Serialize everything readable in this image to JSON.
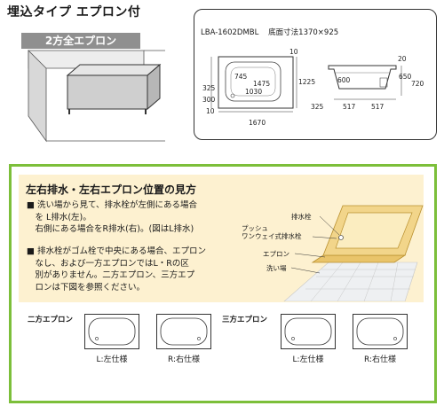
{
  "header": {
    "title": "埋込タイプ エプロン付"
  },
  "apron_badge": {
    "label": "2方全エプロン"
  },
  "spec": {
    "model": "LBA-1602DMBL",
    "floor_size": "底面寸法1370×925",
    "dims_plan": {
      "top_gap": "10",
      "depth_total": "1225",
      "inner_width": "1475",
      "inner_depth": "745",
      "floor_width": "1030",
      "left_offset": "325",
      "left_lower": "300",
      "bottom_gap": "10",
      "total_width": "1670"
    },
    "dims_side": {
      "top_gap": "20",
      "height": "600",
      "rim_height": "650",
      "total_height": "720",
      "left_offset": "325",
      "half_left": "517",
      "half_right": "517"
    }
  },
  "guide": {
    "title": "左右排水・左右エプロン位置の見方",
    "bullet1_lines": [
      "■ 洗い場から見て、排水栓が左側にある場合",
      "　を L排水(左)。",
      "　右側にある場合をR排水(右)。(図はL排水)"
    ],
    "bullet2_lines": [
      "■ 排水栓がゴム栓で中央にある場合、エプロン",
      "　なし、および一方エプロンではL・Rの区",
      "　別がありません。二方エプロン、三方エプ",
      "　ロンは下図を参照ください。"
    ],
    "diagram_labels": {
      "drain": "排水栓",
      "push_oneway_line1": "プッシュ",
      "push_oneway_line2": "ワンウェイ式排水栓",
      "apron": "エプロン",
      "wash_area": "洗い場"
    }
  },
  "variants": {
    "two_side_label": "二方エプロン",
    "three_side_label": "三方エプロン",
    "captions": [
      "L:左仕様",
      "R:右仕様",
      "L:左仕様",
      "R:右仕様"
    ]
  }
}
